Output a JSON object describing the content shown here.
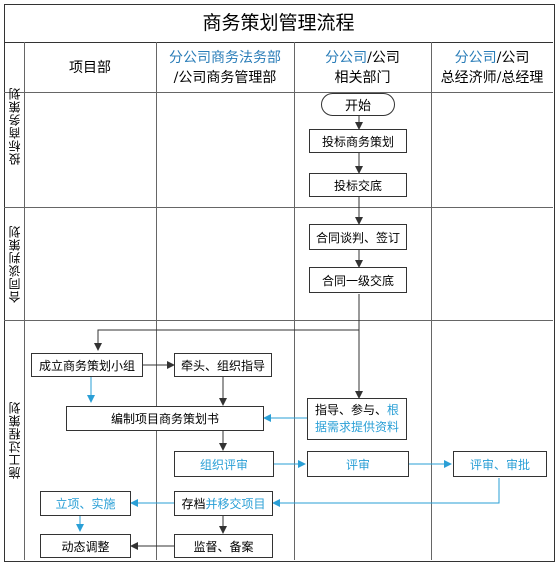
{
  "title": "商务策划管理流程",
  "columns": [
    {
      "line1_a": "项目部",
      "line1_b": "",
      "line2_a": "",
      "line2_b": ""
    },
    {
      "line1_a": "",
      "line1_b": "分公司商务法务部",
      "line2_a": "/公司商务管理部",
      "line2_b": ""
    },
    {
      "line1_a": "/公司",
      "line1_b": "分公司",
      "line2_a": "相关部门",
      "line2_b": ""
    },
    {
      "line1_a": "/公司",
      "line1_b": "分公司",
      "line2_a": "总经济师/总经理",
      "line2_b": ""
    }
  ],
  "phases": [
    "投标商务策划",
    "合同谈判策划",
    "施工过程策划"
  ],
  "nodes": {
    "start": "开始",
    "bid_plan": "投标商务策划",
    "bid_handover": "投标交底",
    "negotiation": "合同谈判、签订",
    "contract_handover": "合同一级交底",
    "team": "成立商务策划小组",
    "lead": "牵头、组织指导",
    "compile": "编制项目商务策划书",
    "guide_black": "指导、参与、",
    "guide_blue1": "根",
    "guide_blue2": "据需求提供资料",
    "org_review": "组织评审",
    "review": "评审",
    "approve": "评审、审批",
    "project_exec": "立项、实施",
    "archive_black": "存档",
    "archive_blue": "并移交项目",
    "dynamic": "动态调整",
    "supervise": "监督、备案"
  }
}
